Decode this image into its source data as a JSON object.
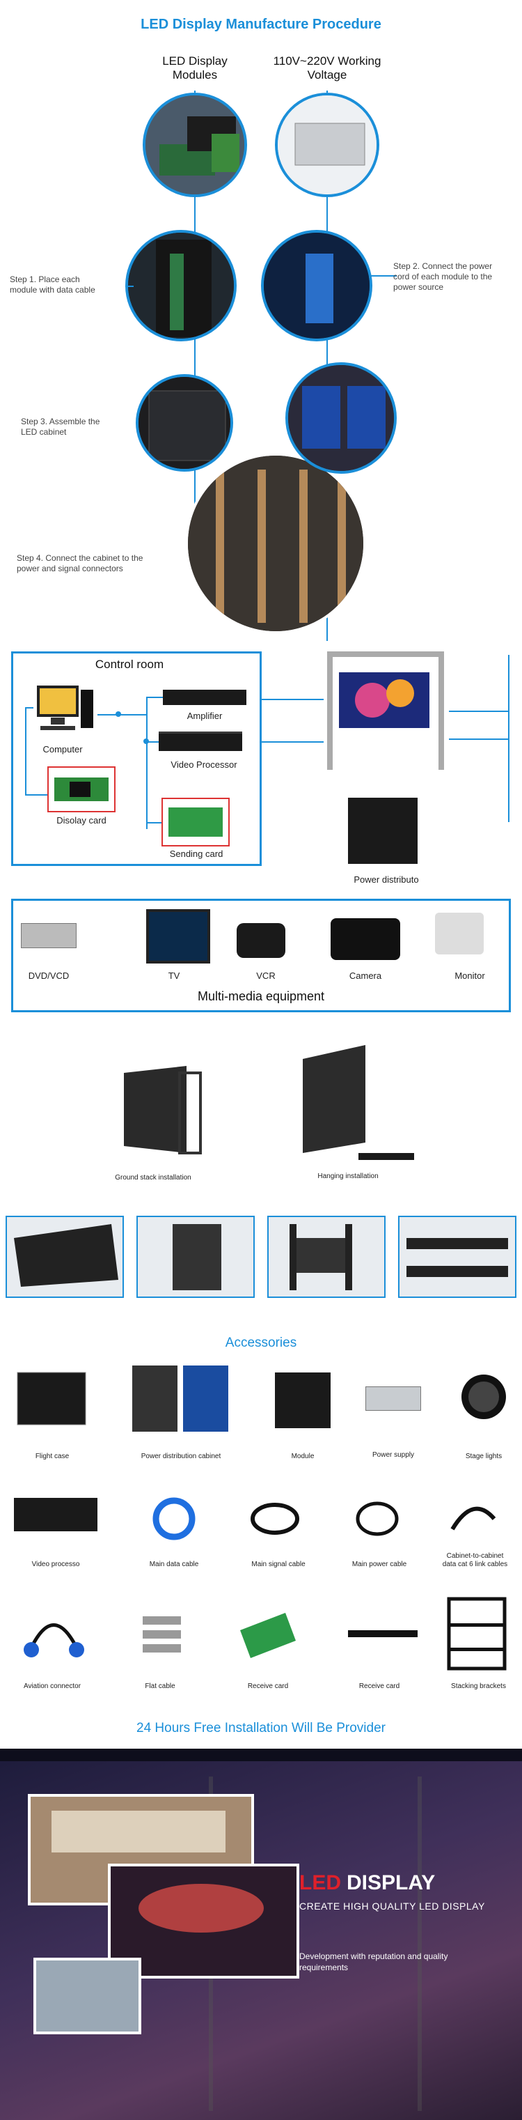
{
  "procedure": {
    "title": "LED Display Manufacture Procedure",
    "col_left": "LED Display\nModules",
    "col_right": "110V~220V Working\nVoltage",
    "step1": "Step 1. Place each\nmodule with data cable",
    "step2": "Step 2. Connect the power\ncord of each module to the\npower source",
    "step3": "Step 3. Assemble the\nLED cabinet",
    "step4": "Step 4. Connect the cabinet to the\npower and signal connectors"
  },
  "control": {
    "title": "Control room",
    "computer": "Computer",
    "display_card": "Disolay card",
    "amplifier": "Amplifier",
    "video_processor": "Video Processor",
    "sending_card": "Sending card",
    "power": "Power distributo"
  },
  "multimedia": {
    "title": "Multi-media equipment",
    "items": [
      "DVD/VCD",
      "TV",
      "VCR",
      "Camera",
      "Monitor"
    ]
  },
  "installation": {
    "ground": "Ground stack installation",
    "hanging": "Hanging installation"
  },
  "accessories": {
    "title": "Accessories",
    "row1": [
      "Flight case",
      "Power distribution cabinet",
      "Module",
      "Power supply",
      "Stage lights"
    ],
    "row2": [
      "Video processo",
      "Main data cable",
      "Main signal cable",
      "Main power cable",
      "Cabinet-to-cabinet\ndata cat 6 link cables"
    ],
    "row3": [
      "Aviation connector",
      "Flat cable",
      "Receive card",
      "Receive card",
      "Stacking brackets"
    ]
  },
  "banner": {
    "free_install": "24 Hours Free Installation Will Be Provider",
    "led": "LED",
    "display": "DISPLAY",
    "tagline": "CREATE HIGH QUALITY LED DISPLAY",
    "desc": "Development with reputation and quality\nrequirements"
  },
  "colors": {
    "accent": "#1b8fd9",
    "banner_bg": "#2a2040"
  }
}
